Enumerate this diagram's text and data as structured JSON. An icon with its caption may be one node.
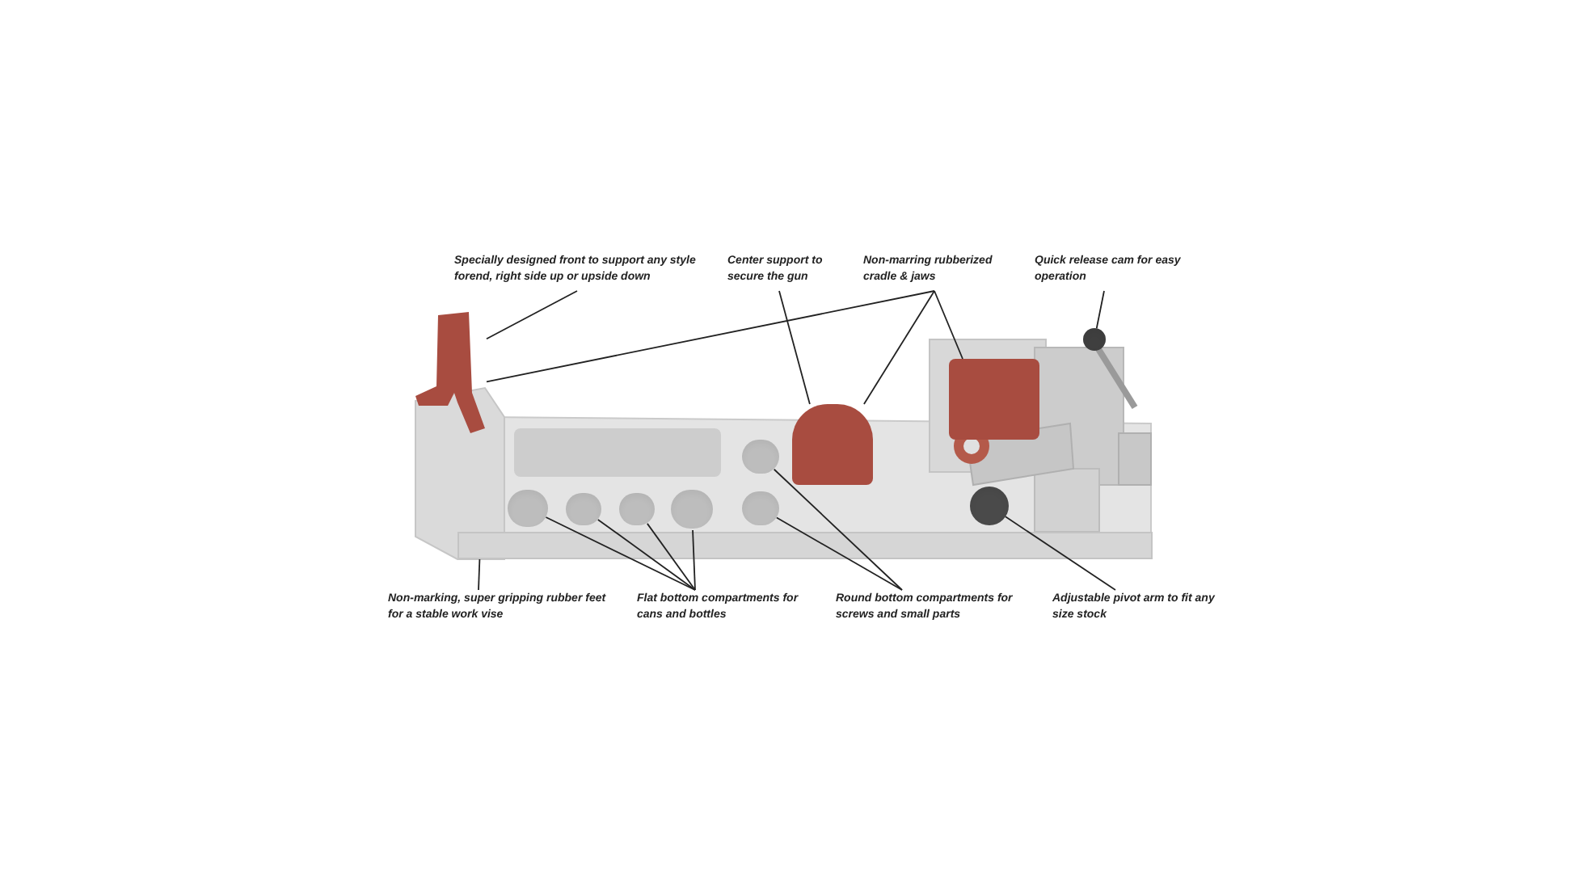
{
  "diagram": {
    "nodes": [
      {
        "text": [
          "Specially designed front to support any style forend, right side up or upside down"
        ]
      },
      {
        "text": [
          "Center support to secure the gun"
        ]
      },
      {
        "text": [
          "Non-marring rubberized cradle & jaws"
        ]
      },
      {
        "text": [
          "Quick release cam for easy operation"
        ]
      },
      {
        "text": [
          "Non-marking, super gripping rubber feet for a stable work vise"
        ]
      },
      {
        "text": [
          "Flat bottom compartments for cans and bottles"
        ]
      },
      {
        "text": [
          "Round bottom compartments for screws and small parts"
        ]
      },
      {
        "text": [
          "Adjustable pivot arm to fit any size stock"
        ]
      },
      {
        "text": [],
        "shape": "picture"
      },
      {
        "text": [],
        "shape": "box"
      },
      {
        "text": [],
        "shape": "box"
      },
      {
        "text": [],
        "shape": "circle"
      },
      {
        "text": [],
        "shape": "bar"
      },
      {
        "text": [],
        "shape": "circle"
      },
      {
        "text": [],
        "shape": "circle"
      },
      {
        "text": [],
        "shape": "circle"
      },
      {
        "text": [],
        "shape": "circle"
      },
      {
        "text": [],
        "shape": "circle"
      },
      {
        "text": [],
        "shape": "circle"
      },
      {
        "text": [],
        "shape": "circle"
      }
    ],
    "edges": [
      {
        "from": 0,
        "to": 8,
        "arrow": "none"
      },
      {
        "from": 1,
        "to": 9,
        "arrow": "none"
      },
      {
        "from": 2,
        "to": 8,
        "arrow": "none"
      },
      {
        "from": 2,
        "to": 9,
        "arrow": "none"
      },
      {
        "from": 2,
        "to": 10,
        "arrow": "none"
      },
      {
        "from": 3,
        "to": 11,
        "arrow": "none"
      },
      {
        "from": 4,
        "to": 12,
        "arrow": "none"
      },
      {
        "from": 5,
        "to": 13,
        "arrow": "none"
      },
      {
        "from": 5,
        "to": 14,
        "arrow": "none"
      },
      {
        "from": 5,
        "to": 15,
        "arrow": "none"
      },
      {
        "from": 5,
        "to": 16,
        "arrow": "none"
      },
      {
        "from": 6,
        "to": 17,
        "arrow": "none"
      },
      {
        "from": 6,
        "to": 18,
        "arrow": "none"
      },
      {
        "from": 7,
        "to": 19,
        "arrow": "none"
      }
    ]
  }
}
